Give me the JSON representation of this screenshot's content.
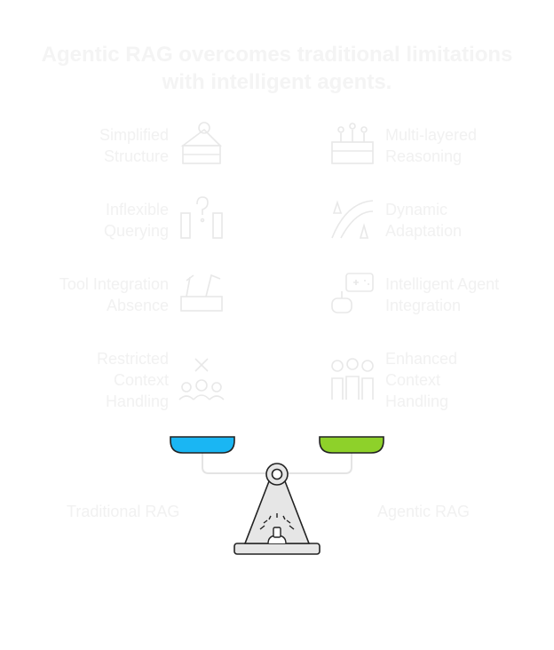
{
  "title": {
    "line1": "Agentic RAG overcomes traditional limitations",
    "line2": "with intelligent agents."
  },
  "left_items": [
    {
      "lines": [
        "Simplified",
        "Structure"
      ],
      "icon": "cake-slice-icon"
    },
    {
      "lines": [
        "Inflexible",
        "Querying"
      ],
      "icon": "question-blocks-icon"
    },
    {
      "lines": [
        "Tool Integration",
        "Absence"
      ],
      "icon": "tools-box-icon"
    },
    {
      "lines": [
        "Restricted",
        "Context",
        "Handling"
      ],
      "icon": "crossed-people-icon"
    }
  ],
  "right_items": [
    {
      "lines": [
        "Multi-layered",
        "Reasoning"
      ],
      "icon": "layered-cake-icon"
    },
    {
      "lines": [
        "Dynamic",
        "Adaptation"
      ],
      "icon": "winding-road-icon"
    },
    {
      "lines": [
        "Intelligent Agent",
        "Integration"
      ],
      "icon": "robot-controller-icon"
    },
    {
      "lines": [
        "Enhanced",
        "Context",
        "Handling"
      ],
      "icon": "people-group-icon"
    }
  ],
  "left_label": "Traditional RAG",
  "right_label": "Agentic RAG",
  "colors": {
    "left_pan": "#1ab6f3",
    "right_pan": "#8ed12a",
    "stroke": "#222222",
    "body": "#e6e6e6",
    "faint_text": "#f1f1f1",
    "faint_icon": "#e8e8e8"
  }
}
